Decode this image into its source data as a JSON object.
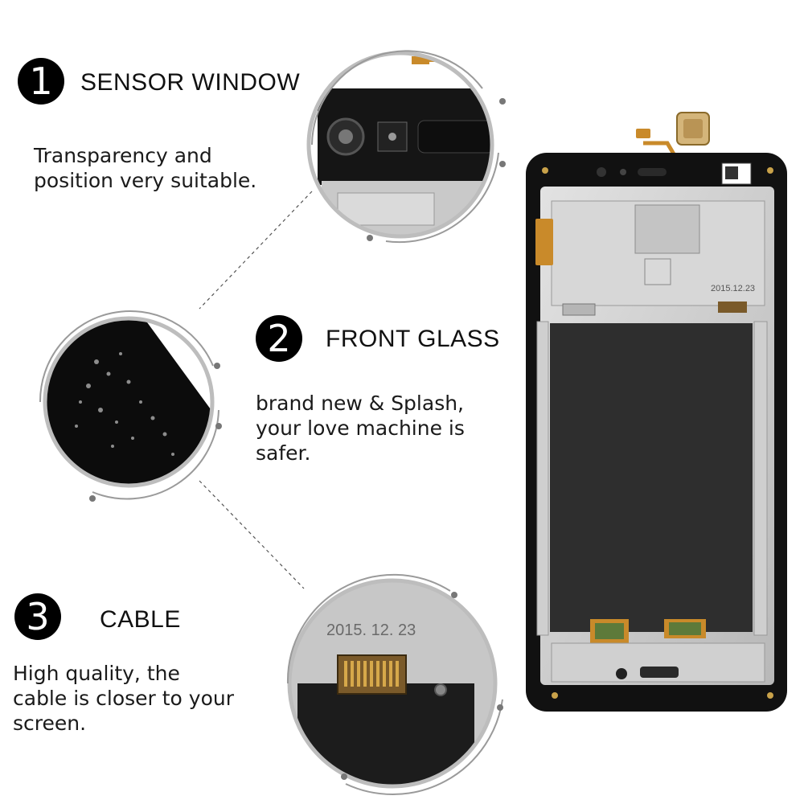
{
  "features": [
    {
      "number": "1",
      "title": "SENSOR WINDOW",
      "lines": [
        "Transparency and",
        "position very suitable."
      ]
    },
    {
      "number": "2",
      "title": "FRONT GLASS",
      "lines": [
        "brand  new & Splash,",
        "your love machine is",
        "safer."
      ]
    },
    {
      "number": "3",
      "title": "CABLE",
      "lines": [
        "High quality, the",
        "cable is closer to your",
        "screen."
      ]
    }
  ],
  "product_labels": {
    "date_stamp": "2015.12.23",
    "zoom_date_stamp": "2015. 12. 23"
  },
  "colors": {
    "frame_black": "#111111",
    "metal": "#c9c9c9",
    "screen": "#2e2e2e",
    "flex_gold": "#c98a2a",
    "ring": "#9a9a9a"
  }
}
